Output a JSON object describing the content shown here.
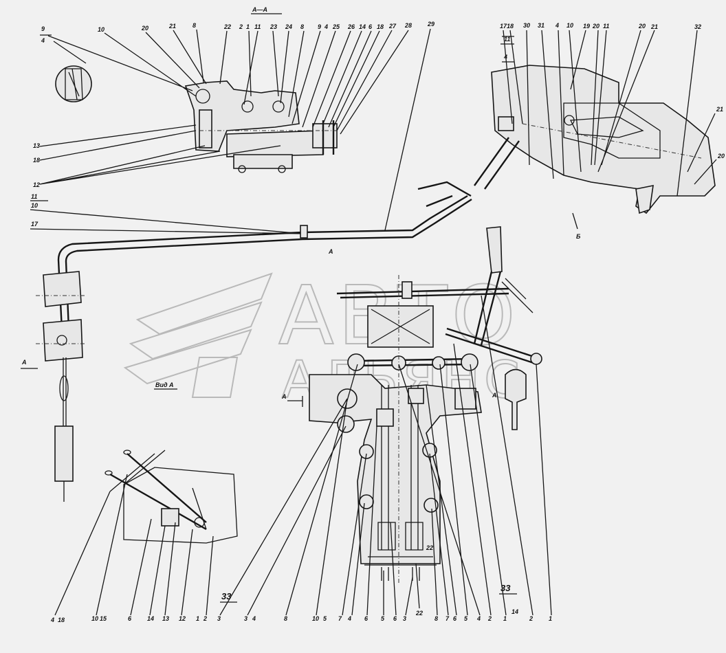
{
  "watermark": {
    "line1": "АВТО",
    "line2": "АЛЬЯНС"
  },
  "sections": {
    "section_aa": "А—А",
    "view_b": "Б",
    "view_a_label": "А",
    "view_a_arrow": "А",
    "view_a_arrow2": "А",
    "view_a_arrow3": "А",
    "view_vid": "Вид А"
  },
  "top_left_callouts": [
    "9",
    "4",
    "10",
    "20",
    "21",
    "8",
    "22",
    "2",
    "1",
    "11",
    "23",
    "24",
    "8",
    "9",
    "4",
    "25",
    "26",
    "14",
    "6",
    "18",
    "27",
    "28",
    "29"
  ],
  "left_callouts": [
    "13",
    "18",
    "12",
    "11",
    "10",
    "17"
  ],
  "top_right_callouts": [
    "17",
    "18",
    "11",
    "4",
    "30",
    "31",
    "4",
    "10",
    "19",
    "20",
    "11",
    "20",
    "21",
    "32",
    "21",
    "20"
  ],
  "bottom_callouts": [
    "4",
    "18",
    "10",
    "15",
    "6",
    "14",
    "13",
    "12",
    "1",
    "2",
    "3",
    "3",
    "4",
    "8",
    "10",
    "5",
    "7",
    "4",
    "6",
    "5",
    "6",
    "3",
    "22",
    "8",
    "7",
    "6",
    "5",
    "4",
    "2",
    "1",
    "2",
    "1"
  ],
  "misc_labels": {
    "n33_a": "33",
    "n33_b": "33",
    "n22": "22",
    "n14": "14"
  }
}
